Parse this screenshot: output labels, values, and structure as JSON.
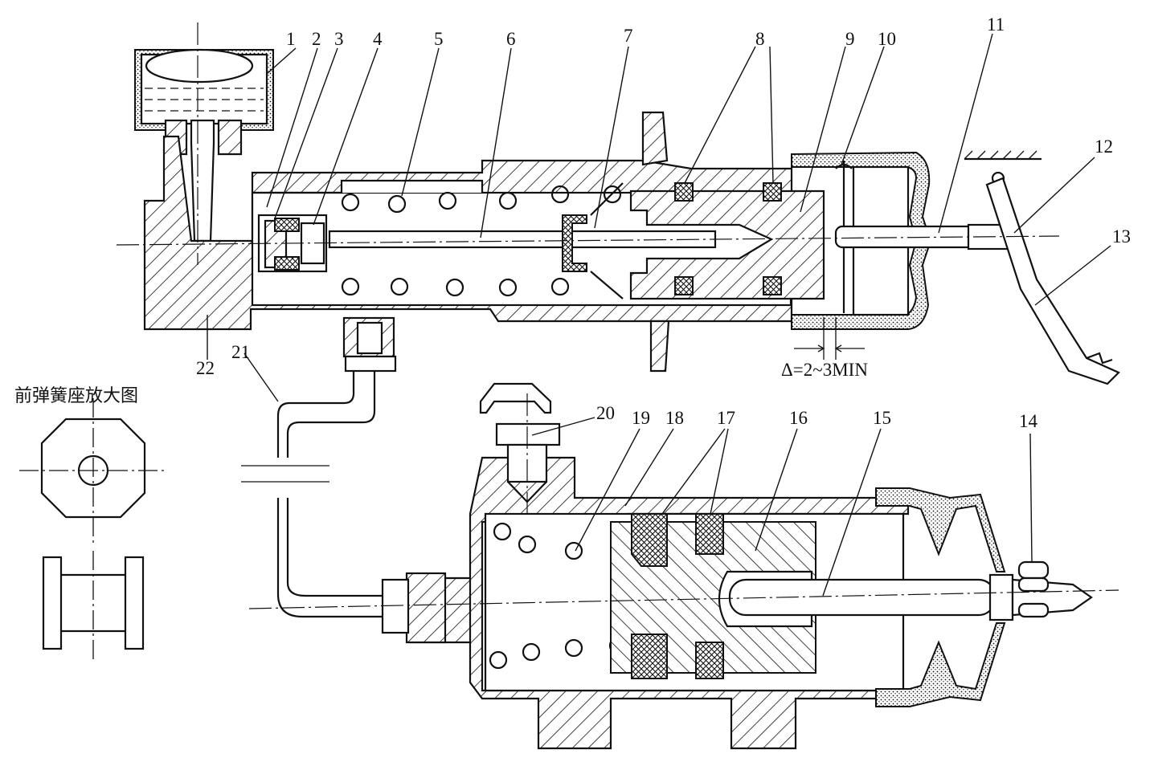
{
  "labels": {
    "n1": "1",
    "n2": "2",
    "n3": "3",
    "n4": "4",
    "n5": "5",
    "n6": "6",
    "n7": "7",
    "n8": "8",
    "n9": "9",
    "n10": "10",
    "n11": "11",
    "n12": "12",
    "n13": "13",
    "n14": "14",
    "n15": "15",
    "n16": "16",
    "n17": "17",
    "n18": "18",
    "n19": "19",
    "n20": "20",
    "n21": "21",
    "n22": "22"
  },
  "clearance": "Δ=2~3MIN",
  "inset_title": "前弹簧座放大图"
}
